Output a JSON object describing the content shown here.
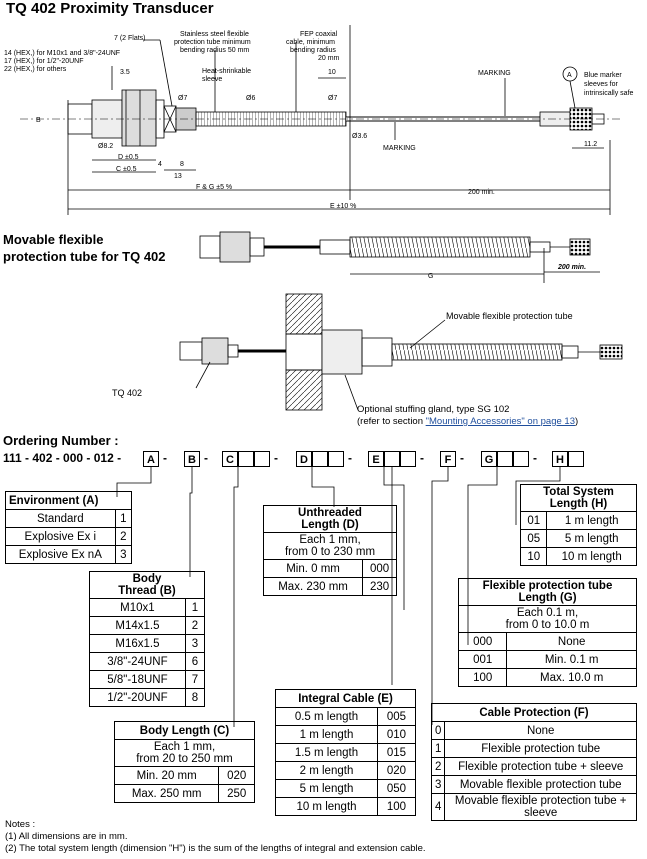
{
  "title": "TQ 402 Proximity Transducer",
  "drawing1": {
    "hex_lines": [
      "14 (HEX,) for M10x1 and 3/8\"-24UNF",
      "17 (HEX,) for 1/2\"-20UNF",
      "22 (HEX,) for others"
    ],
    "flats": "7 (2 Flats)",
    "steel_tube": [
      "Stainless steel flexible",
      "protection tube minimum",
      "bending radius 50 mm"
    ],
    "fep": [
      "FEP coaxial",
      "cable, minimum",
      "bending radius",
      "20 mm"
    ],
    "heat_shrink": [
      "Heat-shrinkable",
      "sleeve"
    ],
    "marking": "MARKING",
    "marker_a": "A",
    "blue_marker": [
      "Blue marker",
      "sleeves for",
      "intrinsically safe"
    ],
    "dims": {
      "d35": "3.5",
      "b": "B",
      "d7": "Ø7",
      "d6": "Ø6",
      "d7b": "Ø7",
      "d10": "10",
      "d36": "Ø3.6",
      "d82": "Ø8.2",
      "D": "D ±0.5",
      "C": "C ±0.5",
      "d4": "4",
      "d8": "8",
      "d13": "13",
      "FG": "F & G ±5 %",
      "E": "E ±10 %",
      "min200": "200 min.",
      "d112": "11.2"
    }
  },
  "movable": {
    "title": [
      "Movable flexible",
      "protection tube for TQ 402"
    ],
    "g": "G",
    "min200": "200 min."
  },
  "drawing3": {
    "movable_label": "Movable flexible protection tube",
    "tq": "TQ 402",
    "gland": "Optional stuffing gland, type SG 102",
    "refer_prefix": "(refer to section ",
    "refer_link": "\"Mounting Accessories\" on page 13",
    "refer_suffix": ")"
  },
  "ordering": {
    "label": "Ordering Number :",
    "prefix": "111 - 402 - 000 - 012 -",
    "codes": {
      "A": "A",
      "B": "B",
      "C": "C",
      "D": "D",
      "E": "E",
      "F": "F",
      "G": "G",
      "H": "H"
    },
    "dash": "-"
  },
  "env": {
    "header": "Environment (A)",
    "rows": [
      [
        "Standard",
        "1"
      ],
      [
        "Explosive Ex i",
        "2"
      ],
      [
        "Explosive Ex nA",
        "3"
      ]
    ]
  },
  "thread": {
    "header": [
      "Body",
      "Thread (B)"
    ],
    "rows": [
      [
        "M10x1",
        "1"
      ],
      [
        "M14x1.5",
        "2"
      ],
      [
        "M16x1.5",
        "3"
      ],
      [
        "3/8\"-24UNF",
        "6"
      ],
      [
        "5/8\"-18UNF",
        "7"
      ],
      [
        "1/2\"-20UNF",
        "8"
      ]
    ]
  },
  "bodylen": {
    "header": "Body Length (C)",
    "desc": [
      "Each 1 mm,",
      "from 20 to 250 mm"
    ],
    "rows": [
      [
        "Min. 20 mm",
        "020"
      ],
      [
        "Max. 250 mm",
        "250"
      ]
    ]
  },
  "unthreaded": {
    "header": [
      "Unthreaded",
      "Length (D)"
    ],
    "desc": [
      "Each 1 mm,",
      "from 0 to 230 mm"
    ],
    "rows": [
      [
        "Min. 0 mm",
        "000"
      ],
      [
        "Max. 230 mm",
        "230"
      ]
    ]
  },
  "cable": {
    "header": "Integral Cable (E)",
    "rows": [
      [
        "0.5 m length",
        "005"
      ],
      [
        "1 m length",
        "010"
      ],
      [
        "1.5 m length",
        "015"
      ],
      [
        "2 m length",
        "020"
      ],
      [
        "5 m length",
        "050"
      ],
      [
        "10 m length",
        "100"
      ]
    ]
  },
  "total": {
    "header": [
      "Total System",
      "Length (H)"
    ],
    "rows": [
      [
        "01",
        "1 m length"
      ],
      [
        "05",
        "5 m length"
      ],
      [
        "10",
        "10 m length"
      ]
    ]
  },
  "flexlen": {
    "header": [
      "Flexible protection tube",
      "Length (G)"
    ],
    "desc": [
      "Each 0.1 m,",
      "from 0 to 10.0 m"
    ],
    "rows": [
      [
        "000",
        "None"
      ],
      [
        "001",
        "Min. 0.1 m"
      ],
      [
        "100",
        "Max. 10.0 m"
      ]
    ]
  },
  "protection": {
    "header": "Cable Protection (F)",
    "rows": [
      [
        "0",
        "None"
      ],
      [
        "1",
        "Flexible protection tube"
      ],
      [
        "2",
        "Flexible protection tube + sleeve"
      ],
      [
        "3",
        "Movable flexible protection tube"
      ],
      [
        "4",
        "Movable flexible protection tube + sleeve"
      ]
    ]
  },
  "notes": {
    "label": "Notes :",
    "n1": "(1) All dimensions are in mm.",
    "n2": "(2) The total system length (dimension \"H\") is the sum of the lengths of integral and extension cable."
  }
}
